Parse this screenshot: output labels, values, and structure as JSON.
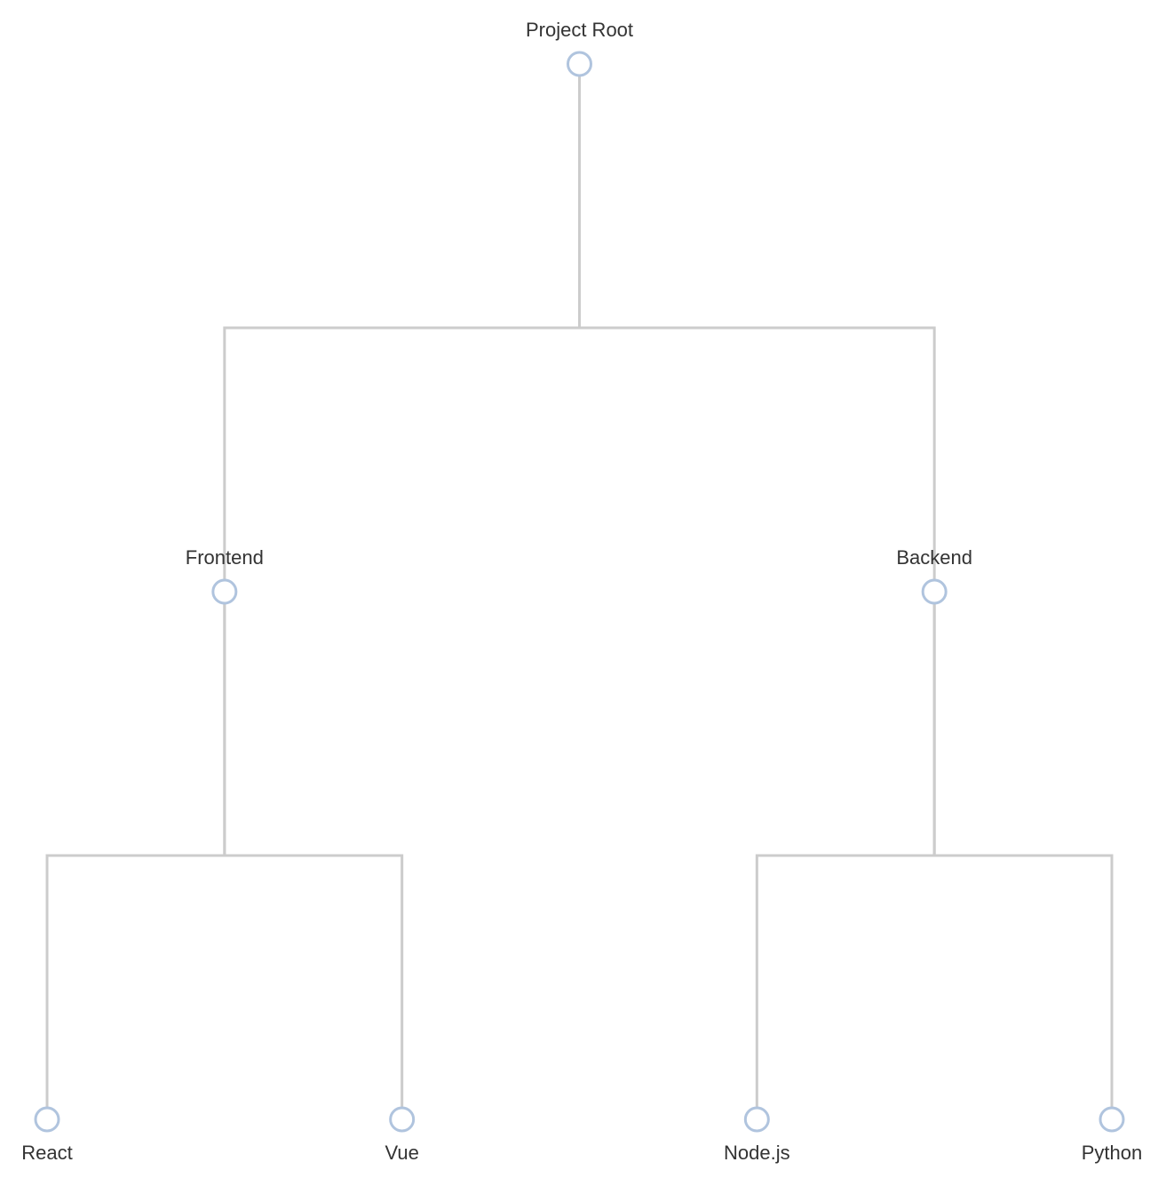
{
  "tree": {
    "name": "Project Root",
    "children": [
      {
        "name": "Frontend",
        "children": [
          {
            "name": "React"
          },
          {
            "name": "Vue"
          }
        ]
      },
      {
        "name": "Backend",
        "children": [
          {
            "name": "Node.js"
          },
          {
            "name": "Python"
          }
        ]
      }
    ]
  },
  "colors": {
    "link": "#cccccc",
    "node_stroke": "#b0c4de",
    "node_fill": "#ffffff",
    "label": "#333333",
    "background": "#ffffff"
  }
}
